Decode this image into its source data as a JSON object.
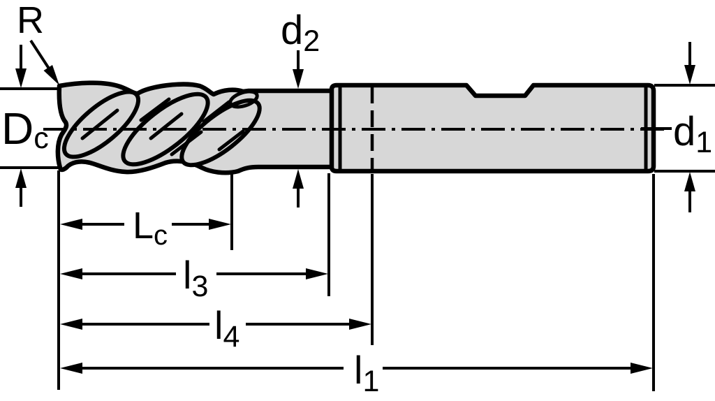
{
  "drawing": {
    "description": "Technical dimension drawing of a solid end mill (side view) with corner radius, diameters and length dimensions",
    "labels": {
      "R": {
        "main": "R"
      },
      "Dc": {
        "main": "D",
        "sub": "c"
      },
      "d2": {
        "main": "d",
        "sub": "2"
      },
      "d1": {
        "main": "d",
        "sub": "1"
      },
      "Lc": {
        "main": "L",
        "sub": "c"
      },
      "l3": {
        "main": "l",
        "sub": "3"
      },
      "l4": {
        "main": "l",
        "sub": "4"
      },
      "l1": {
        "main": "l",
        "sub": "1"
      }
    },
    "colors": {
      "background": "#ffffff",
      "body_fill": "#d7d7d7",
      "line": "#000000"
    }
  }
}
